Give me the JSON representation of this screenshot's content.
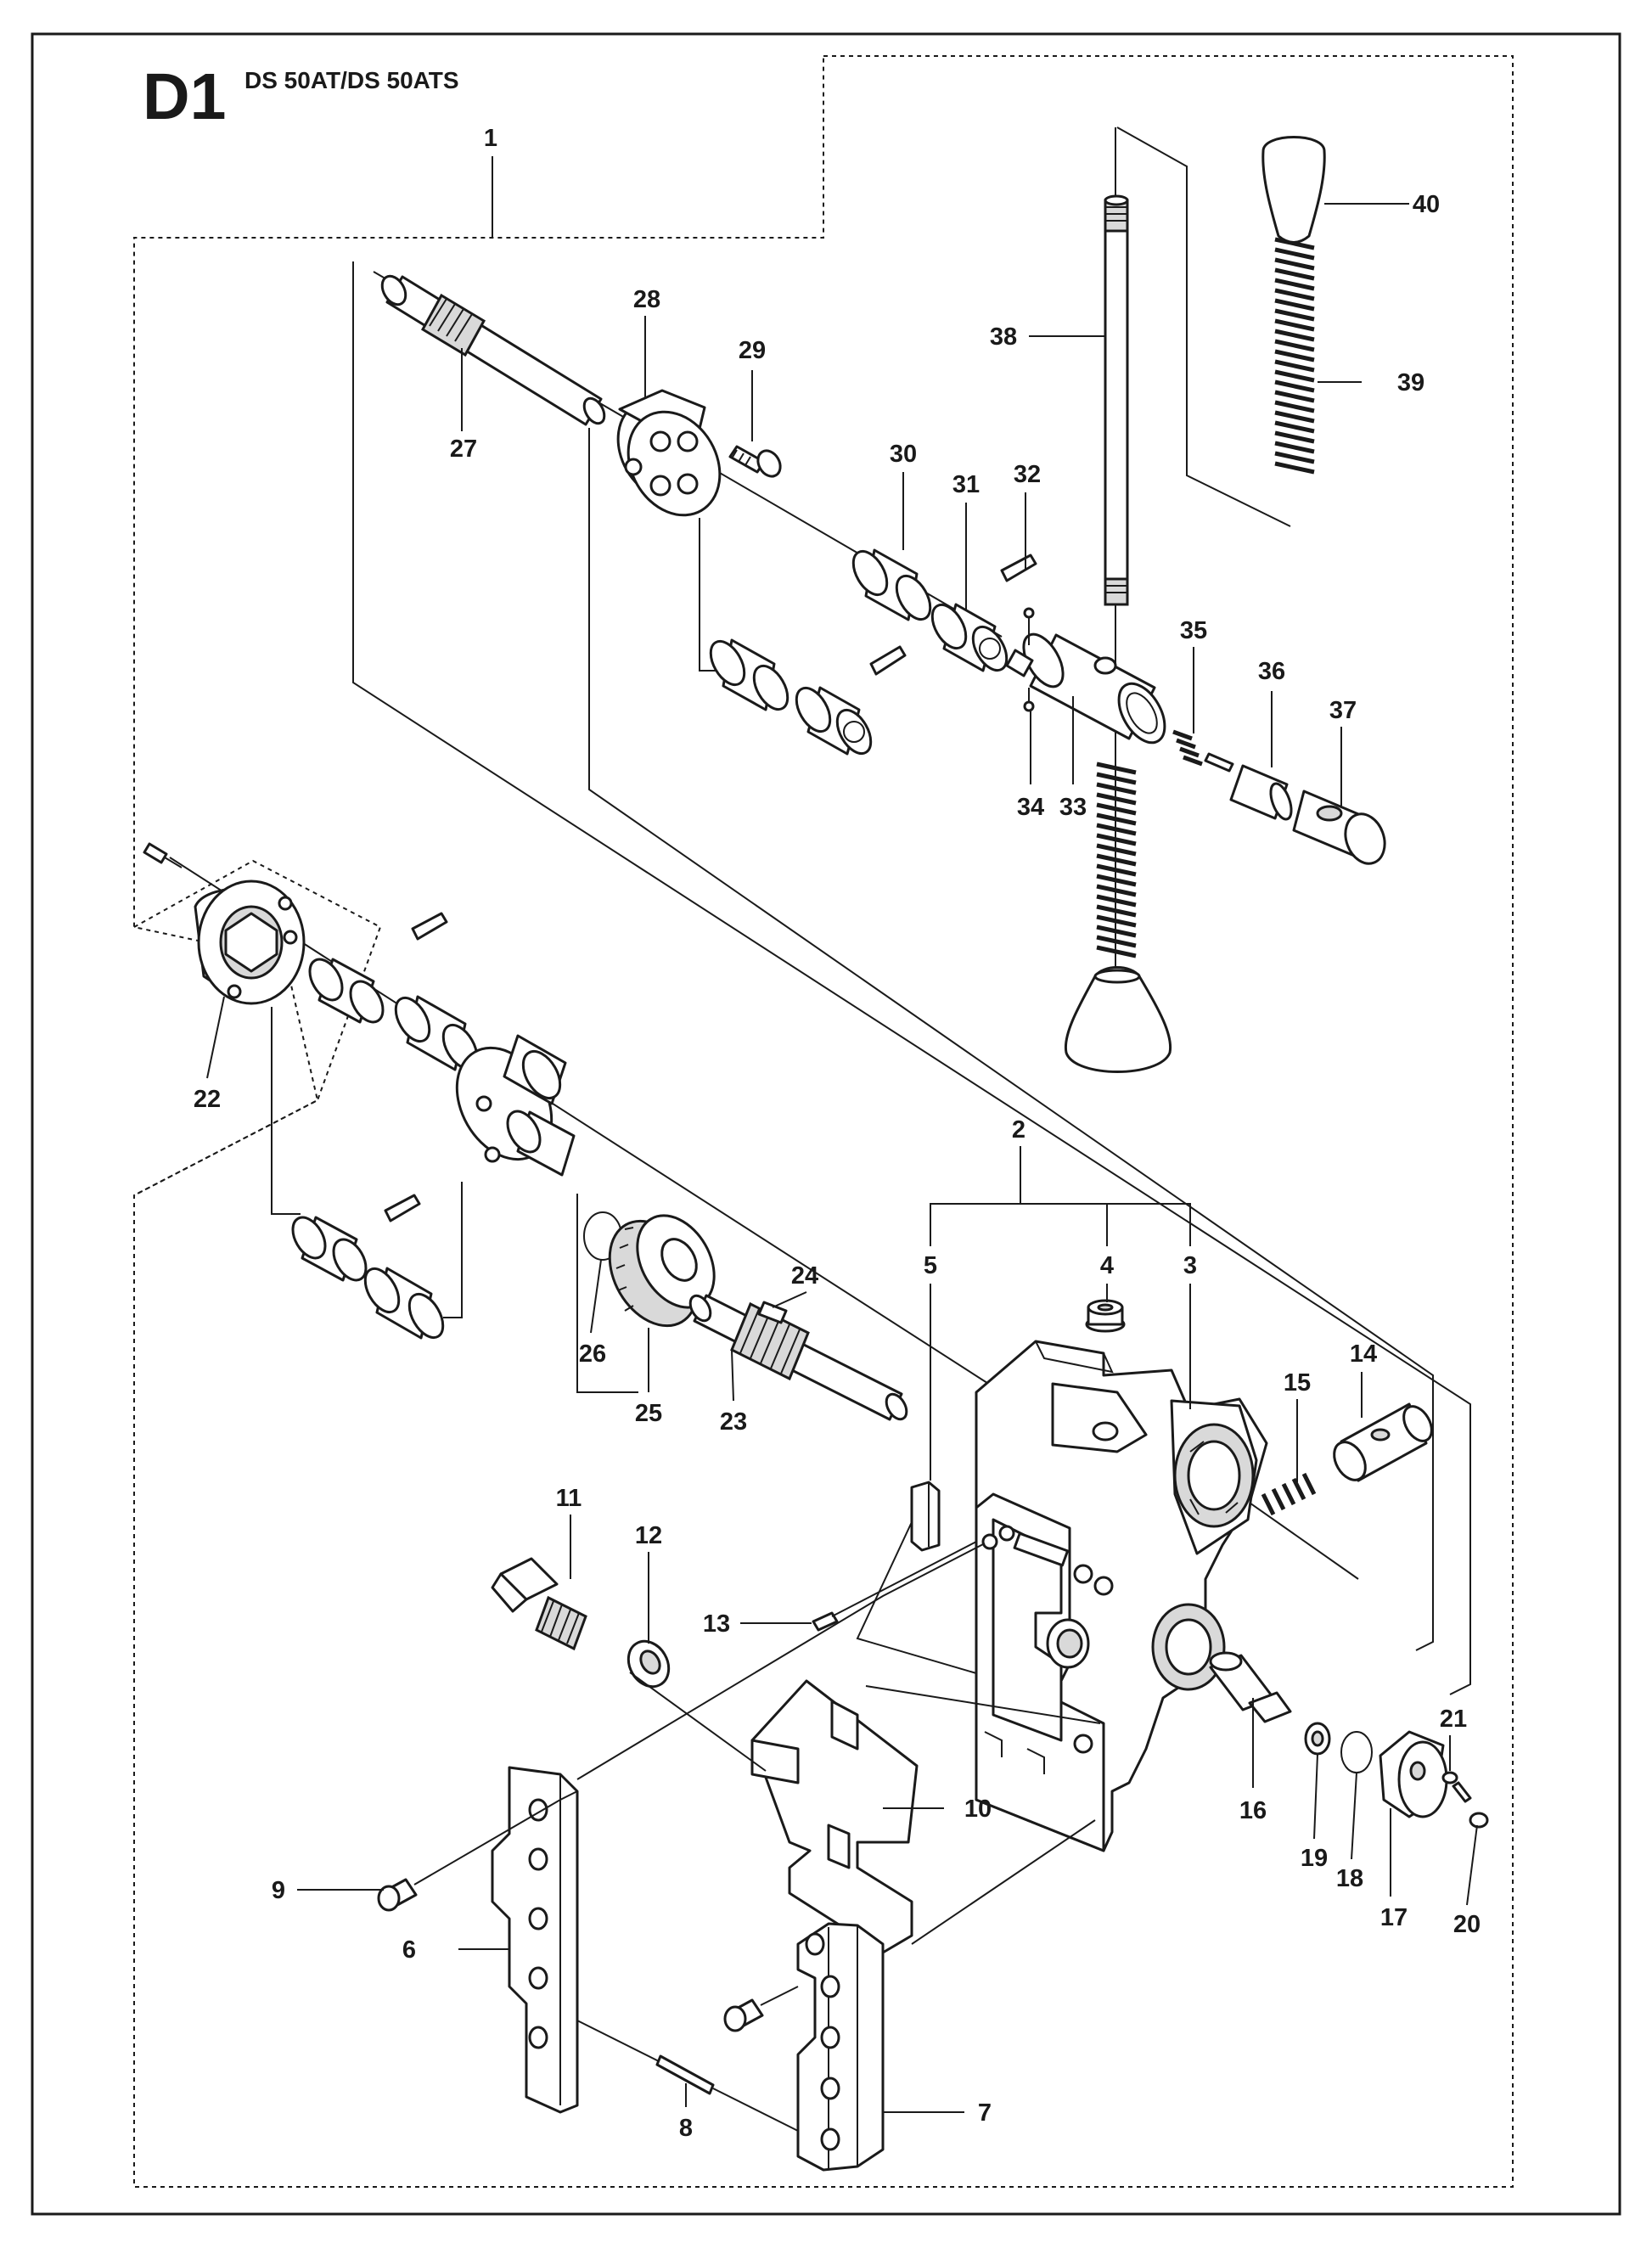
{
  "header": {
    "code": "D1",
    "models": "DS 50AT/DS 50ATS"
  },
  "callouts": [
    "1",
    "2",
    "3",
    "4",
    "5",
    "6",
    "7",
    "8",
    "9",
    "10",
    "11",
    "12",
    "13",
    "14",
    "15",
    "16",
    "17",
    "18",
    "19",
    "20",
    "21",
    "22",
    "23",
    "24",
    "25",
    "26",
    "27",
    "28",
    "29",
    "30",
    "31",
    "32",
    "33",
    "34",
    "35",
    "36",
    "37",
    "38",
    "39",
    "40"
  ],
  "colors": {
    "ink": "#1a1a1a",
    "paper": "#ffffff",
    "shade": "#d9d9d9"
  }
}
